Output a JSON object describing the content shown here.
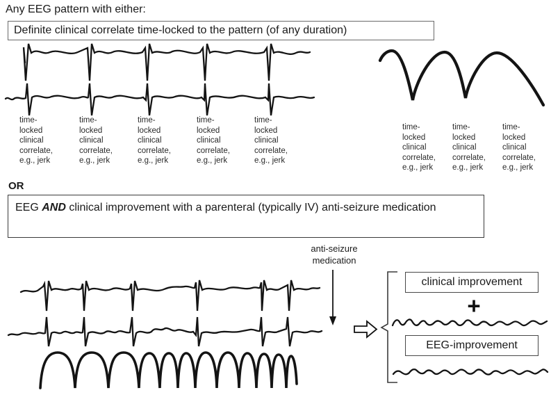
{
  "ink_color": "#1a1a1a",
  "header": {
    "title": "Any EEG pattern with either:"
  },
  "criterion1": {
    "box_label": "Definite clinical correlate time-locked to the pattern (of any duration)",
    "spike_trace_labels": [
      "time-\nlocked\nclinical\ncorrelate,\ne.g., jerk",
      "time-\nlocked\nclinical\ncorrelate,\ne.g., jerk",
      "time-\nlocked\nclinical\ncorrelate,\ne.g., jerk",
      "time-\nlocked\nclinical\ncorrelate,\ne.g., jerk",
      "time-\nlocked\nclinical\ncorrelate,\ne.g., jerk"
    ],
    "wave_trace_labels": [
      "time-\nlocked\nclinical\ncorrelate,\ne.g., jerk",
      "time-\nlocked\nclinical\ncorrelate,\ne.g., jerk",
      "time-\nlocked\nclinical\ncorrelate,\ne.g., jerk"
    ]
  },
  "or_label": "OR",
  "criterion2": {
    "box_text_pre": "EEG ",
    "box_text_and": "AND",
    "box_text_post": " clinical improvement with a parenteral (typically IV) anti-seizure medication",
    "medication_label": "anti-seizure\nmedication",
    "plus_sign": "+",
    "outcome_box_1": "clinical improvement",
    "outcome_box_2": "EEG-improvement"
  }
}
